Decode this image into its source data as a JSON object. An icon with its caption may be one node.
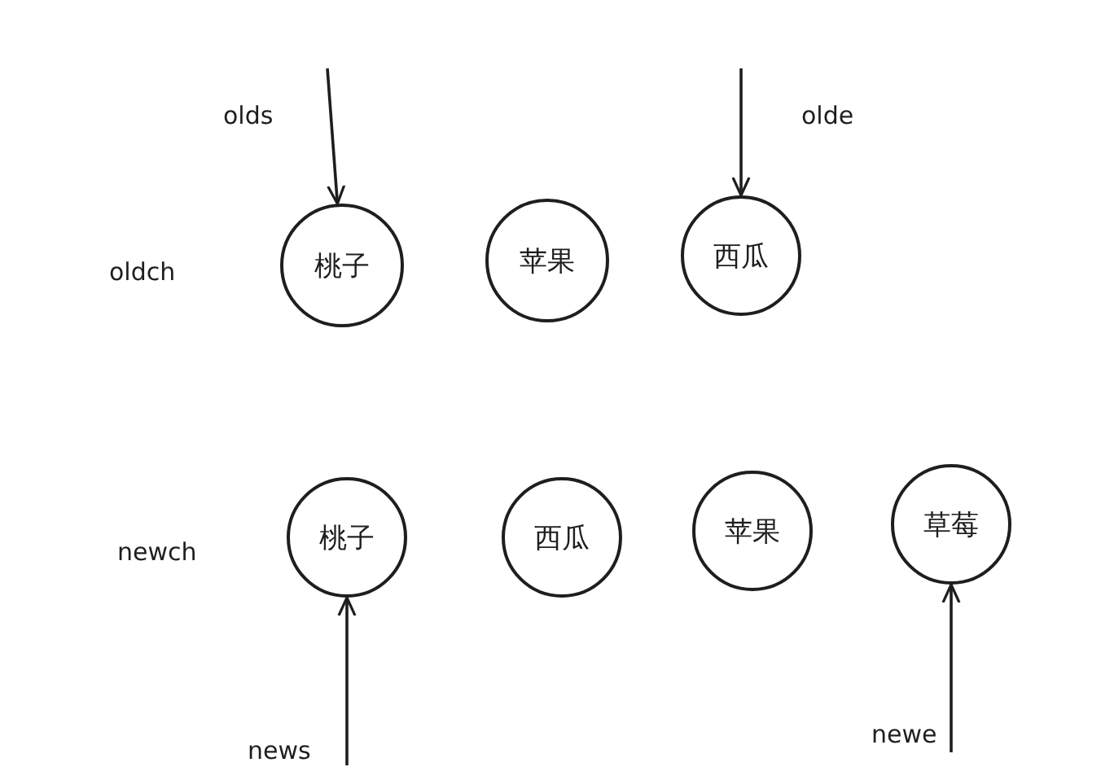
{
  "diagram": {
    "nodes": [
      {
        "text": [
          "桃子"
        ]
      },
      {
        "text": [
          "苹果"
        ]
      },
      {
        "text": [
          "西瓜"
        ]
      },
      {
        "text": [
          "桃子"
        ]
      },
      {
        "text": [
          "西瓜"
        ]
      },
      {
        "text": [
          "苹果"
        ]
      },
      {
        "text": [
          "草莓"
        ]
      }
    ],
    "edges": [
      {
        "from": null,
        "to": 0,
        "arrow": "to",
        "label": "olds"
      },
      {
        "from": null,
        "to": 2,
        "arrow": "to",
        "label": "olde"
      },
      {
        "from": null,
        "to": 3,
        "arrow": "to",
        "label": "news"
      },
      {
        "from": null,
        "to": 6,
        "arrow": "to",
        "label": "newe"
      }
    ],
    "labels": [
      "oldch",
      "newch"
    ]
  }
}
